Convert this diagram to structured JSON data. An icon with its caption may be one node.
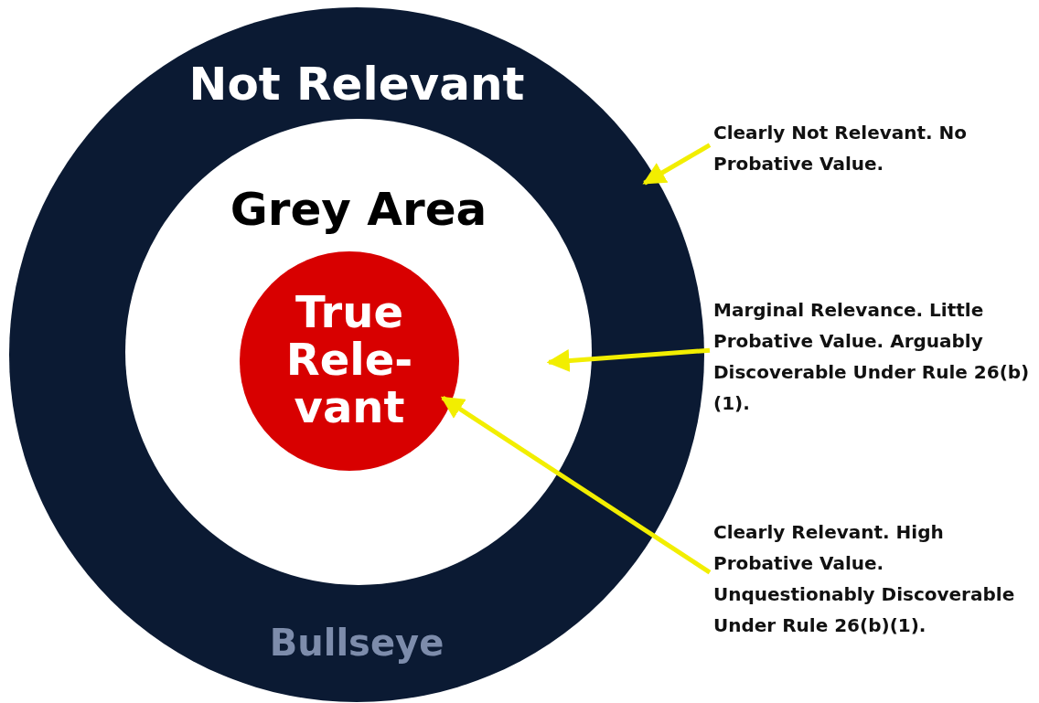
{
  "diagram": {
    "nodes": [
      {
        "text": [
          "Not Relevant",
          "Bullseye"
        ]
      },
      {
        "text": [
          "Grey Area"
        ],
        "in": 0
      },
      {
        "text": [
          "True Rele- vant"
        ],
        "in": 1
      },
      {
        "text": [
          "Clearly Not Relevant. No Probative Value."
        ]
      },
      {
        "text": [
          "Marginal Relevance. Little Probative Value. Arguably Discoverable Under Rule 26(b)(1)."
        ]
      },
      {
        "text": [
          "Clearly Relevant. High Probative Value. Unquestionably Discoverable Under Rule 26(b)(1)."
        ]
      }
    ],
    "edges": [
      {
        "from": 3,
        "to": 0,
        "arrow": "to",
        "color": "#f2ee00"
      },
      {
        "from": 4,
        "to": 1,
        "arrow": "to",
        "color": "#f2ee00"
      },
      {
        "from": 5,
        "to": 2,
        "arrow": "to",
        "color": "#f2ee00"
      }
    ]
  }
}
